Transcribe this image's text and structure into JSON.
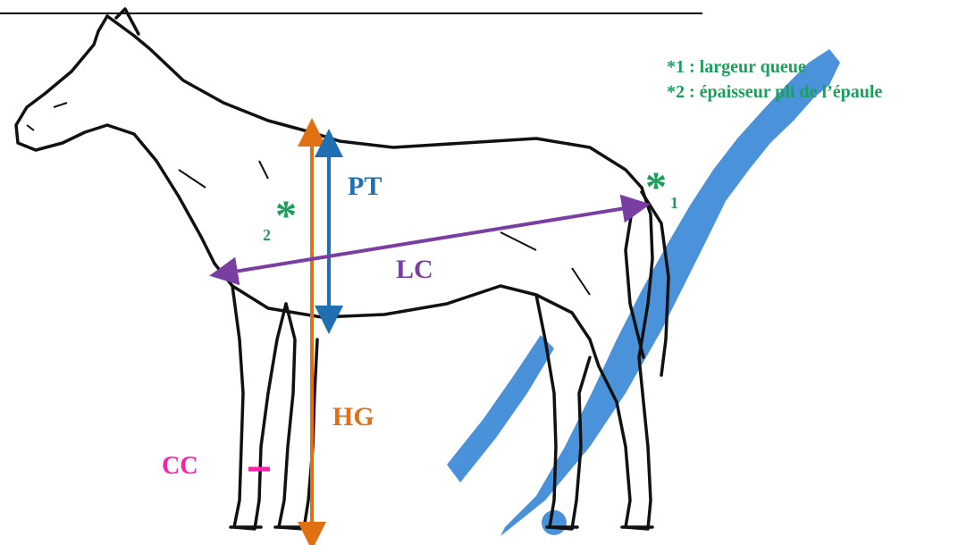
{
  "colors": {
    "pt": "#1f6fb2",
    "hg": "#e07012",
    "lc": "#7a3ea2",
    "cc": "#ff1fa8",
    "legend": "#1aa05a",
    "watermark": "#2a7fd4",
    "outline": "#111111"
  },
  "labels": {
    "pt": "PT",
    "hg": "HG",
    "lc": "LC",
    "cc": "CC"
  },
  "markers": {
    "symbol": "*",
    "tail_index": "1",
    "shoulder_index": "2"
  },
  "legend": {
    "line1": "*1 : largeur queue",
    "line2": "*2 : épaisseur pli de l’épaule"
  }
}
